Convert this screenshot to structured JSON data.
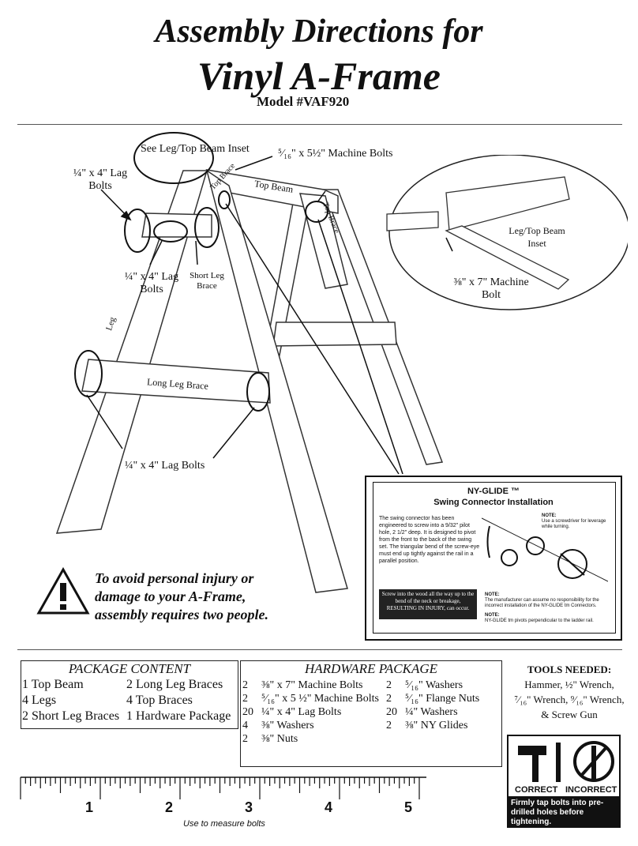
{
  "header": {
    "title_line1": "Assembly Directions for",
    "title_line2": "Vinyl A-Frame",
    "model": "Model #VAF920"
  },
  "diagram": {
    "callouts": {
      "see_inset": "See Leg/Top Beam Inset",
      "lag_bolts_top": "¼\" x 4\" Lag Bolts",
      "machine_bolts": "⁵⁄₁₆\" x 5½\" Machine Bolts",
      "lag_bolts_mid": "¼\" x 4\" Lag Bolts",
      "short_leg_brace": "Short Leg Brace",
      "lag_bolts_bottom": "¼\" x 4\" Lag Bolts"
    },
    "parts": {
      "top_beam": "Top Beam",
      "top_brace_left": "Top Brace",
      "top_brace_right": "Top Brace",
      "leg": "Leg",
      "long_leg_brace": "Long Leg Brace"
    },
    "inset": {
      "label": "Leg/Top Beam Inset",
      "bolt_label": "⅜\" x 7\" Machine Bolt"
    }
  },
  "warning": {
    "text": "To avoid personal injury or damage to your A-Frame, assembly requires two people."
  },
  "ny_glide": {
    "title": "NY-GLIDE ™",
    "subtitle": "Swing Connector Installation",
    "body": "The swing connector has been engineered to screw into a 9/32\" pilot hole, 2 1/2\" deep. It is designed to pivot from the front to the back of the swing set. The triangular bend of the screw-eye must end up tightly against the rail in a parallel position.",
    "note1_title": "NOTE:",
    "note1": "Use a screwdriver for leverage while turning.",
    "caution": "Screw into the wood all the way up to the bend of the neck or breakage, RESULTING IN INJURY, can occur.",
    "note2_title": "NOTE:",
    "note2": "The manufacturer can assume no responsibility for the incorrect installation of the NY-GLIDE tm Connectors.",
    "note3_title": "NOTE:",
    "note3": "NY-GLIDE tm pivots perpendicular to the ladder rail."
  },
  "package_content": {
    "title": "PACKAGE CONTENT",
    "items": [
      "1 Top Beam",
      "2 Long Leg Braces",
      "4 Legs",
      "4 Top Braces",
      "2 Short Leg Braces",
      "1 Hardware Package"
    ]
  },
  "hardware_package": {
    "title": "HARDWARE PACKAGE",
    "left": [
      {
        "qty": "2",
        "item": "⅜\" x 7\" Machine Bolts"
      },
      {
        "qty": "2",
        "item": "⁵⁄₁₆\" x 5 ½\" Machine Bolts"
      },
      {
        "qty": "20",
        "item": "¼\" x 4\" Lag Bolts"
      },
      {
        "qty": "4",
        "item": "⅜\" Washers"
      },
      {
        "qty": "2",
        "item": "⅜\" Nuts"
      }
    ],
    "right": [
      {
        "qty": "2",
        "item": "⁵⁄₁₆\" Washers"
      },
      {
        "qty": "2",
        "item": "⁵⁄₁₆\" Flange Nuts"
      },
      {
        "qty": "20",
        "item": "¼\" Washers"
      },
      {
        "qty": "2",
        "item": "⅜\" NY Glides"
      }
    ]
  },
  "tools": {
    "title": "TOOLS NEEDED:",
    "line1": "Hammer, ½\" Wrench,",
    "line2": "⁷⁄₁₆\" Wrench, ⁹⁄₁₆\" Wrench,",
    "line3": "& Screw Gun"
  },
  "ruler": {
    "marks": [
      "1",
      "2",
      "3",
      "4",
      "5"
    ],
    "caption": "Use to measure bolts"
  },
  "correct_box": {
    "correct": "CORRECT",
    "incorrect": "INCORRECT",
    "instruction": "Firmly tap bolts into pre-drilled holes before tightening."
  }
}
